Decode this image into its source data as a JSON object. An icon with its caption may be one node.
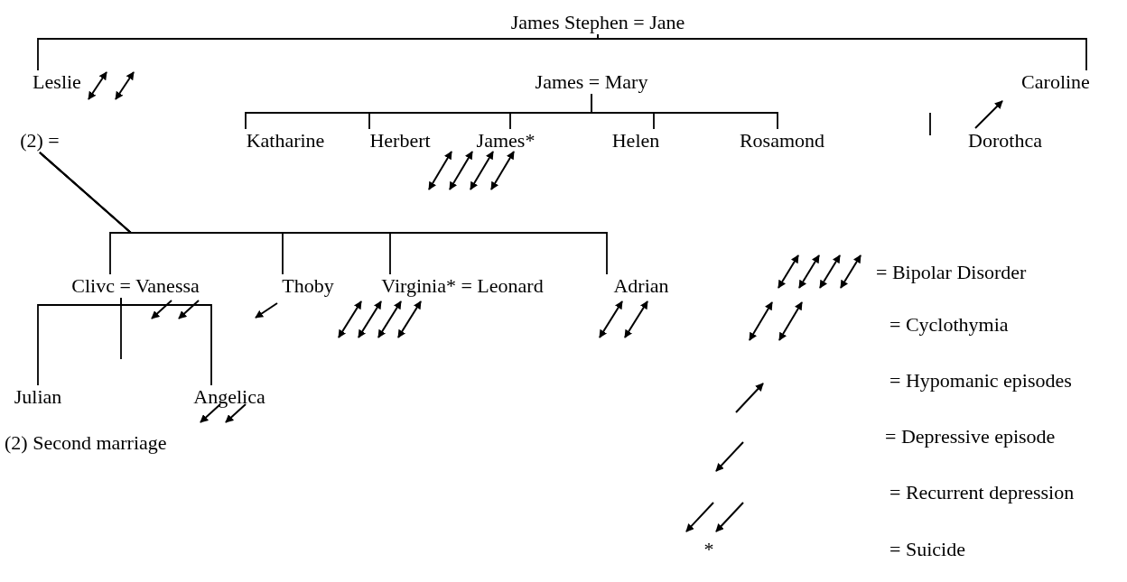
{
  "diagram": {
    "nodes": [
      {
        "text": [
          "James Stephen = Jane"
        ]
      },
      {
        "text": [
          "Leslie"
        ]
      },
      {
        "text": [
          "James = Mary"
        ]
      },
      {
        "text": [
          "Caroline"
        ]
      },
      {
        "text": [
          "(2) ="
        ]
      },
      {
        "text": [
          "Katharine"
        ]
      },
      {
        "text": [
          "Herbert"
        ]
      },
      {
        "text": [
          "James*"
        ]
      },
      {
        "text": [
          "Helen"
        ]
      },
      {
        "text": [
          "Rosamond"
        ]
      },
      {
        "text": [
          "Clivc = Vanessa"
        ]
      },
      {
        "text": [
          "Thoby"
        ]
      },
      {
        "text": [
          "Virginia* = Leonard"
        ]
      },
      {
        "text": [
          "Adrian"
        ]
      },
      {
        "text": [
          "Julian"
        ]
      },
      {
        "text": [
          "Angelica"
        ]
      }
    ],
    "edges": [
      {
        "from": 0,
        "to": 1,
        "arrow": "none"
      },
      {
        "from": 0,
        "to": 3,
        "arrow": "none"
      },
      {
        "from": 2,
        "to": 5,
        "arrow": "none"
      },
      {
        "from": 2,
        "to": 6,
        "arrow": "none"
      },
      {
        "from": 2,
        "to": 7,
        "arrow": "none"
      },
      {
        "from": 2,
        "to": 8,
        "arrow": "none"
      },
      {
        "from": 2,
        "to": 9,
        "arrow": "none"
      },
      {
        "from": 4,
        "to": 10,
        "arrow": "none"
      },
      {
        "from": 4,
        "to": 11,
        "arrow": "none"
      },
      {
        "from": 4,
        "to": 12,
        "arrow": "none"
      },
      {
        "from": 4,
        "to": 13,
        "arrow": "none"
      },
      {
        "from": 10,
        "to": 14,
        "arrow": "none"
      },
      {
        "from": 10,
        "to": 15,
        "arrow": "none"
      }
    ],
    "labels": [
      "Dorothca",
      "(2) Second marriage",
      "*"
    ],
    "legend": [
      {
        "text": "= Bipolar Disorder"
      },
      {
        "text": "= Cyclothymia"
      },
      {
        "text": "= Hypomanic episodes"
      },
      {
        "text": "= Depressive episode"
      },
      {
        "text": "= Recurrent depression"
      },
      {
        "text": "= Suicide"
      }
    ]
  }
}
